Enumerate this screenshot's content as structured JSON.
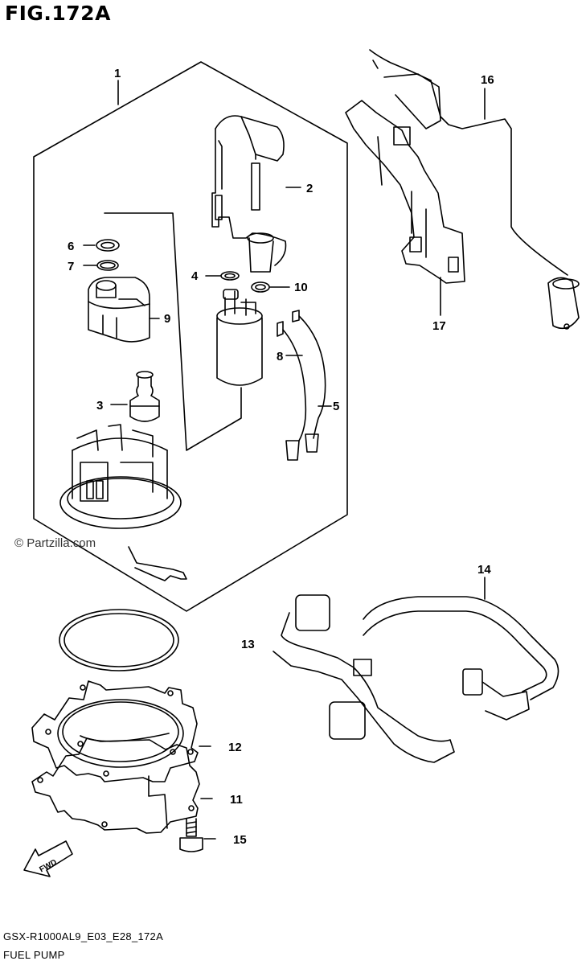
{
  "figure_title": "FIG.172A",
  "watermark": "© Partzilla.com",
  "footer": {
    "code": "GSX-R1000AL9_E03_E28_172A",
    "name": "FUEL PUMP"
  },
  "fwd_arrow_label": "FWD",
  "callouts": [
    {
      "id": "1",
      "part": "fuel-pump-assembly"
    },
    {
      "id": "2",
      "part": "pump-bracket"
    },
    {
      "id": "3",
      "part": "fuel-outlet-fitting"
    },
    {
      "id": "4",
      "part": "o-ring"
    },
    {
      "id": "5",
      "part": "lead-wire"
    },
    {
      "id": "6",
      "part": "o-ring"
    },
    {
      "id": "7",
      "part": "o-ring"
    },
    {
      "id": "8",
      "part": "lead-wire"
    },
    {
      "id": "9",
      "part": "pressure-regulator"
    },
    {
      "id": "10",
      "part": "o-ring"
    },
    {
      "id": "11",
      "part": "gasket"
    },
    {
      "id": "12",
      "part": "plate"
    },
    {
      "id": "13",
      "part": "o-ring"
    },
    {
      "id": "14",
      "part": "fuel-hose"
    },
    {
      "id": "15",
      "part": "bolt"
    },
    {
      "id": "16",
      "part": "fuel-level-gauge"
    },
    {
      "id": "17",
      "part": "holder"
    }
  ]
}
